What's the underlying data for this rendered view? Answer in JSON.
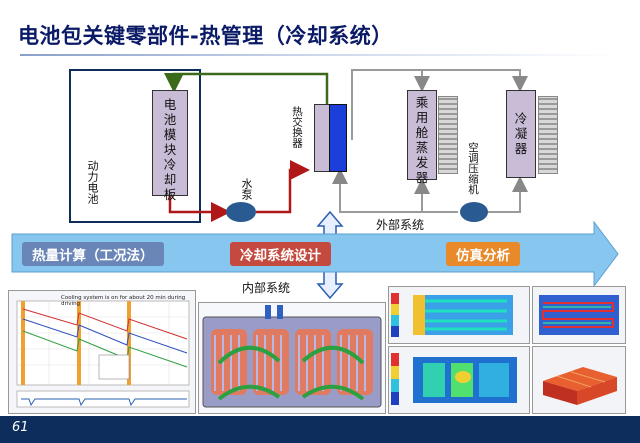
{
  "title": "电池包关键零部件-热管理（冷却系统）",
  "labels": {
    "battery_power": "动力电池",
    "cooling_plate": "电池模块冷却板",
    "water_pump": "水泵",
    "heat_exchanger": "热交换器",
    "evaporator": "乘用舱蒸发器",
    "compressor": "空调压缩机",
    "condenser": "冷凝器",
    "external_system": "外部系统",
    "internal_system": "内部系统"
  },
  "stages": [
    {
      "label": "热量计算（工况法）",
      "color": "#6a86b8"
    },
    {
      "label": "冷却系统设计",
      "color": "#c44a3f"
    },
    {
      "label": "仿真分析",
      "color": "#e88a2a"
    }
  ],
  "chart_caption": "Cooling system is on for about 20 min during driving",
  "page_number": "61",
  "colors": {
    "title": "#0a1a66",
    "arrow_band": "#87c6ee",
    "internal_loop": "#b01818",
    "coolant_in": "#3a6a1a",
    "external_loop": "#9a9a9a",
    "footer": "#0d2d5c"
  }
}
